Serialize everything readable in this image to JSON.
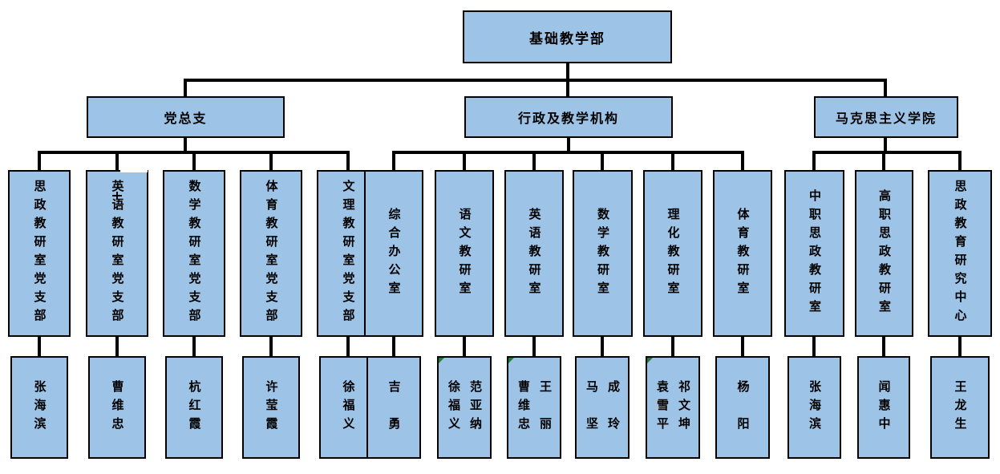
{
  "title": "基础教学部",
  "colors": {
    "box_fill": "#9DC3E6",
    "box_border": "#000000",
    "connector": "#000000",
    "note_marker_green": "#1E7E34",
    "background": "#FFFFFF"
  },
  "branches": [
    {
      "label": "党总支"
    },
    {
      "label": "行政及教学机构"
    },
    {
      "label": "马克思主义学院"
    }
  ],
  "units": [
    {
      "dept": "思政教研室党支部",
      "leader_cols": [
        "张海滨"
      ]
    },
    {
      "dept": "英语教研室党支部",
      "leader_cols": [
        "曹维忠"
      ]
    },
    {
      "dept": "数学教研室党支部",
      "leader_cols": [
        "杭红霞"
      ]
    },
    {
      "dept": "体育教研室党支部",
      "leader_cols": [
        "许莹霞"
      ]
    },
    {
      "dept": "文理教研室党支部",
      "leader_cols": [
        "徐福义"
      ]
    },
    {
      "dept": "综合办公室",
      "leader_cols": [
        "吉　勇"
      ]
    },
    {
      "dept": "语文教研室",
      "leader_cols": [
        "徐福义",
        "范亚纳"
      ],
      "has_note_marker": true
    },
    {
      "dept": "英语教研室",
      "leader_cols": [
        "曹维忠",
        "王　丽"
      ],
      "has_note_marker": true
    },
    {
      "dept": "数学教研室",
      "leader_cols": [
        "马　坚",
        "成　玲"
      ],
      "has_note_marker": false
    },
    {
      "dept": "理化教研室",
      "leader_cols": [
        "袁雪平",
        "祁文坤"
      ],
      "has_note_marker": true
    },
    {
      "dept": "体育教研室",
      "leader_cols": [
        "杨　阳"
      ]
    },
    {
      "dept": "中职思政教研室",
      "leader_cols": [
        "张海滨"
      ]
    },
    {
      "dept": "高职思政教研室",
      "leader_cols": [
        "闻惠中"
      ]
    },
    {
      "dept": "思政教育研究中心",
      "leader_cols": [
        "王龙生"
      ]
    }
  ]
}
